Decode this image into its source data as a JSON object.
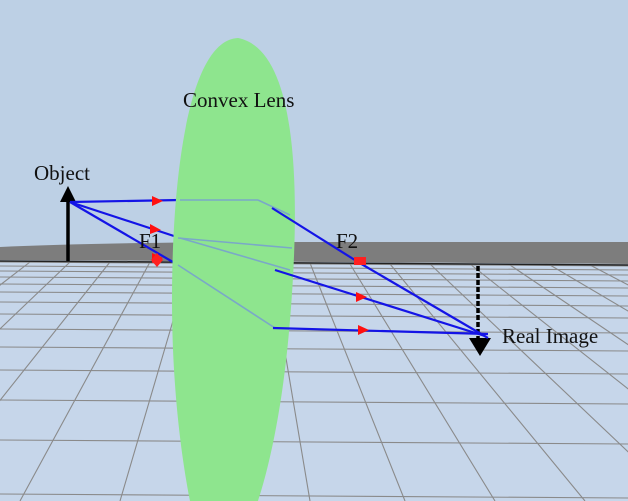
{
  "labels": {
    "lens": "Convex Lens",
    "object": "Object",
    "focal_left": "F1",
    "focal_right": "F2",
    "image": "Real Image"
  },
  "colors": {
    "sky": "#bdd0e5",
    "floor": "#c6d6ea",
    "floor_edge": "#7d7d7d",
    "grid": "#8a8a8a",
    "lens": "#8ee58e",
    "ray": "#1414e6",
    "ray_behind_lens": "#7aa8c8",
    "arrow_marker": "#ff1010",
    "focal_marker": "#ff2020",
    "object_arrow": "#000000",
    "image_arrow": "#000000"
  },
  "icons": {
    "object": "up-arrow",
    "image": "down-arrow",
    "focal_points": "red-diamond-marker",
    "ray_direction": "red-triangle-marker"
  }
}
